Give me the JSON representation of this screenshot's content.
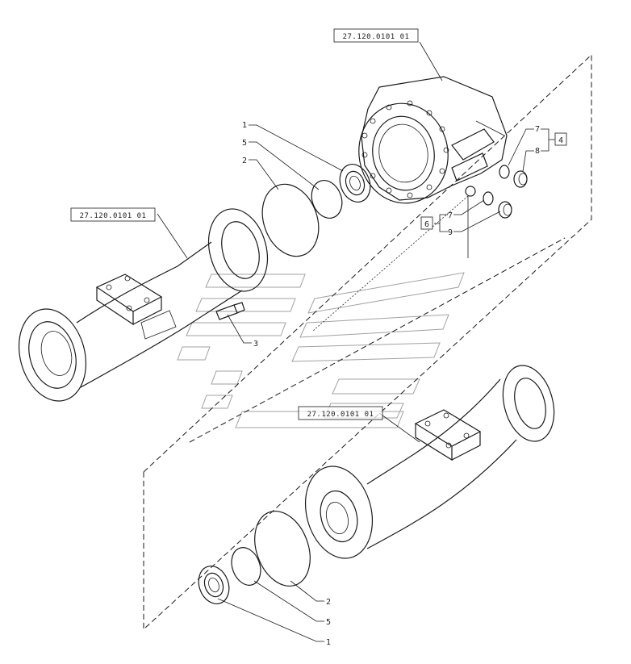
{
  "refs": {
    "housing_top": "27.120.0101 01",
    "axle_left": "27.120.0101 01",
    "axle_bottom": "27.120.0101 01"
  },
  "callouts": {
    "top_1": "1",
    "top_5": "5",
    "top_2": "2",
    "bolt_3": "3",
    "plug_7a": "7",
    "plug_8": "8",
    "group_4": "4",
    "plug_7b": "7",
    "plug_9": "9",
    "group_6": "6",
    "bottom_2": "2",
    "bottom_5": "5",
    "bottom_1": "1"
  },
  "icons": {
    "watermark": "logo-watermark-icon"
  }
}
